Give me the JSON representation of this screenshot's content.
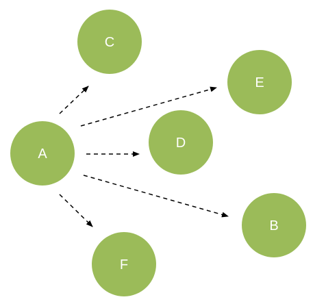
{
  "nodes": [
    {
      "id": "A",
      "label": "A"
    },
    {
      "id": "B",
      "label": "B"
    },
    {
      "id": "C",
      "label": "C"
    },
    {
      "id": "D",
      "label": "D"
    },
    {
      "id": "E",
      "label": "E"
    },
    {
      "id": "F",
      "label": "F"
    }
  ],
  "edges": [
    {
      "from": "A",
      "to": "C",
      "style": "dashed",
      "arrow": "end"
    },
    {
      "from": "A",
      "to": "E",
      "style": "dashed",
      "arrow": "end"
    },
    {
      "from": "A",
      "to": "D",
      "style": "dashed",
      "arrow": "end"
    },
    {
      "from": "A",
      "to": "B",
      "style": "dashed",
      "arrow": "end"
    },
    {
      "from": "A",
      "to": "F",
      "style": "dashed",
      "arrow": "end"
    }
  ],
  "colors": {
    "node_fill": "#9bbb59",
    "node_text": "#ffffff",
    "edge": "#000000",
    "background": "#ffffff"
  }
}
